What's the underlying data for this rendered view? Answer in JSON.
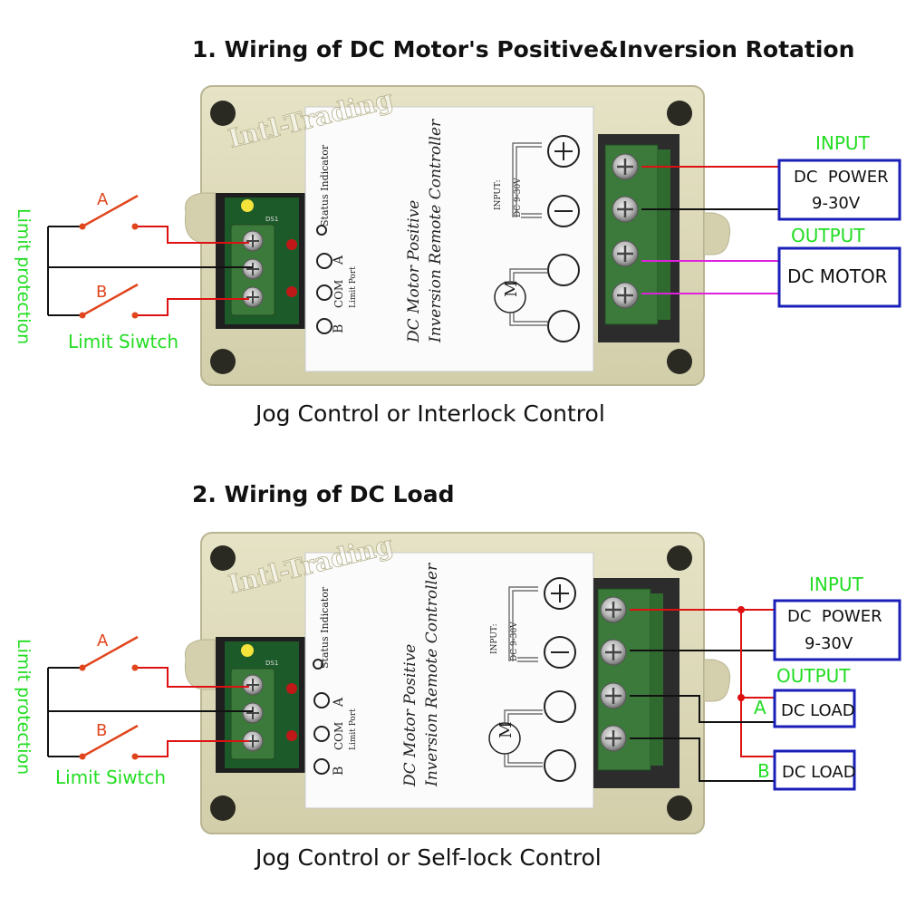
{
  "colors": {
    "green": "#22dd22",
    "red_wire": "#dd1111",
    "black_wire": "#111111",
    "magenta_wire": "#dd22dd",
    "switch": "#e0451c",
    "box_border": "#1a1fb8",
    "housing": "#ddd9b8",
    "terminal": "#3c7a3c"
  },
  "sections": [
    {
      "title": "1. Wiring of DC Motor's Positive&Inversion Rotation",
      "caption": "Jog Control or Interlock Control",
      "input_label": "INPUT",
      "output_label": "OUTPUT",
      "power_box": {
        "line1": "DC  POWER",
        "line2": "9-30V"
      },
      "output_boxes": [
        {
          "text": "DC MOTOR"
        }
      ],
      "limit_protection": "Limit protection",
      "switch_a": "A",
      "switch_b": "B",
      "limit_switch": "Limit Siwtch",
      "device": {
        "watermark": "Intl-Trading",
        "status_indicator": "Status Indicator",
        "name_line1": "DC Motor Positive",
        "name_line2": "Inversion Remote Controller",
        "input_label": "INPUT:",
        "input_range": "DC 9-30V",
        "motor_symbol": "M",
        "port_a": "A",
        "port_b": "B",
        "port_com": "COM",
        "limit_port": "Limit Port",
        "ds1": "DS1"
      }
    },
    {
      "title": "2. Wiring of DC Load",
      "caption": "Jog Control or Self-lock Control",
      "input_label": "INPUT",
      "output_label": "OUTPUT",
      "power_box": {
        "line1": "DC  POWER",
        "line2": "9-30V"
      },
      "output_boxes": [
        {
          "tag": "A",
          "text": "DC LOAD"
        },
        {
          "tag": "B",
          "text": "DC LOAD"
        }
      ],
      "limit_protection": "Limit protection",
      "switch_a": "A",
      "switch_b": "B",
      "limit_switch": "Limit Siwtch",
      "device": {
        "watermark": "Intl-Trading",
        "status_indicator": "Status Indicator",
        "name_line1": "DC Motor Positive",
        "name_line2": "Inversion Remote Controller",
        "input_label": "INPUT:",
        "input_range": "DC 9-30V",
        "motor_symbol": "M",
        "port_a": "A",
        "port_b": "B",
        "port_com": "COM",
        "limit_port": "Limit Port",
        "ds1": "DS1"
      }
    }
  ]
}
